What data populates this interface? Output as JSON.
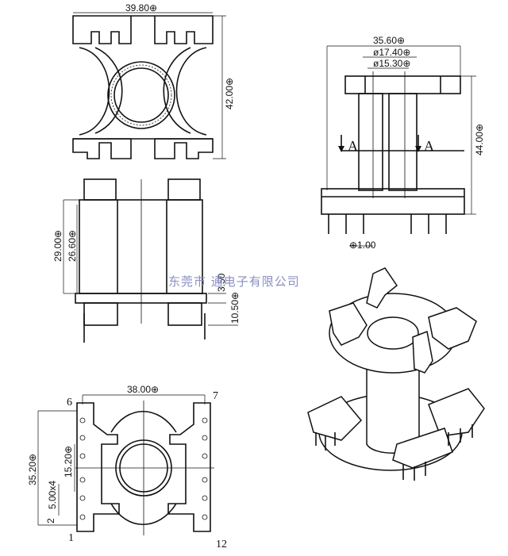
{
  "top_view": {
    "width_dim": "39.80⊕",
    "height_dim": "42.00⊕"
  },
  "side_view": {
    "width_dim": "35.60⊕",
    "inner_dia_1": "ø17.40⊕",
    "inner_dia_2": "ø15.30⊕",
    "height_dim": "44.00⊕",
    "pin_dim": "⊕1.00",
    "section_label": "A"
  },
  "front_view": {
    "dim_1": "29.00⊕",
    "dim_2": "26.60⊕",
    "dim_3": "3.50",
    "dim_4": "10.50⊕"
  },
  "bottom_view": {
    "width_dim": "38.00⊕",
    "height_dim": "35.20⊕",
    "center_dim": "15.20⊕",
    "pitch_dim": "5.00x4",
    "small_dim": "2",
    "pin_labels": [
      "6",
      "7",
      "1",
      "12"
    ]
  },
  "watermark": "东莞市   通电子有限公司"
}
